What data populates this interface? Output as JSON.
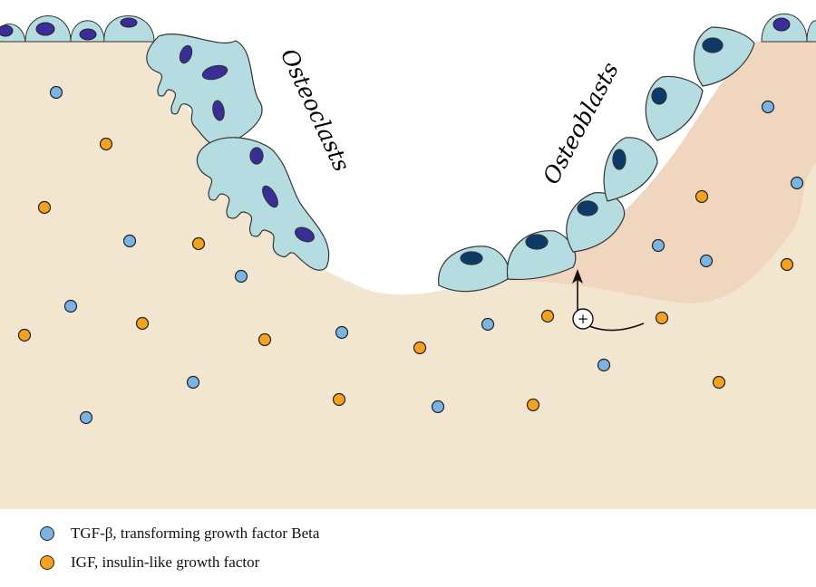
{
  "labels": {
    "osteoclasts": "Osteoclasts",
    "osteoblasts": "Osteoblasts",
    "stimulation_symbol": "+"
  },
  "legend": [
    {
      "label": "TGF-β, transforming growth factor Beta",
      "color": "#7ab4e4"
    },
    {
      "label": "IGF, insulin-like growth factor",
      "color": "#f2a21e"
    }
  ],
  "colors": {
    "bone": "#f3e6d0",
    "new_bone": "#f0d5bf",
    "cell": "#b5dde1",
    "osteoclast_nucleus": "#3a2d9a",
    "osteoblast_nucleus": "#0d3a6b"
  }
}
